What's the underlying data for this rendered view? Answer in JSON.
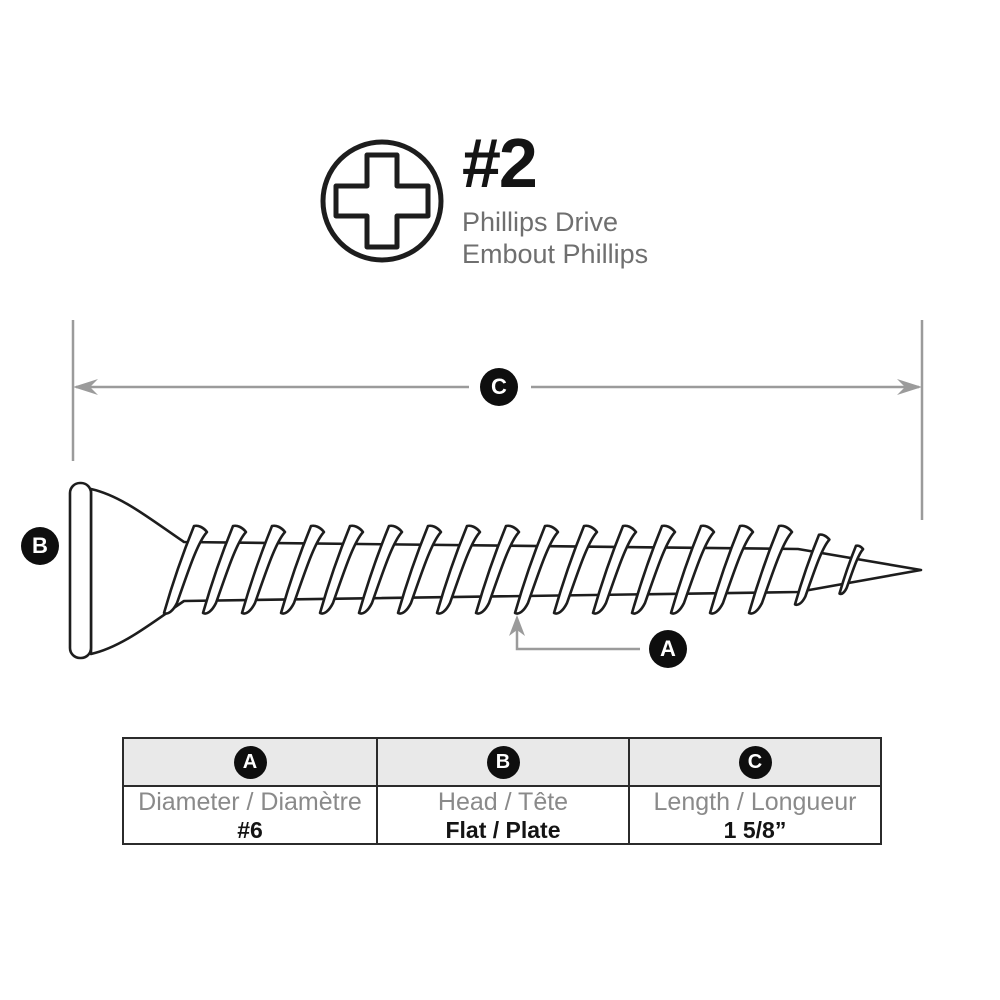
{
  "drive_spec": {
    "size": "#2",
    "name_en": "Phillips Drive",
    "name_fr": "Embout Phillips"
  },
  "callouts": {
    "a": "A",
    "b": "B",
    "c": "C"
  },
  "spec_table": {
    "columns": [
      {
        "badge": "A",
        "label": "Diameter / Diamètre",
        "value": "#6"
      },
      {
        "badge": "B",
        "label": "Head / Tête",
        "value": "Flat / Plate"
      },
      {
        "badge": "C",
        "label": "Length / Longueur",
        "value": "1 5/8”"
      }
    ]
  },
  "colors": {
    "ink": "#1d1d1d",
    "dimension_gray": "#9b9b9b",
    "muted_text": "#8a8a8a",
    "table_header_bg": "#e9e9e9",
    "badge_bg": "#0e0e0e"
  }
}
